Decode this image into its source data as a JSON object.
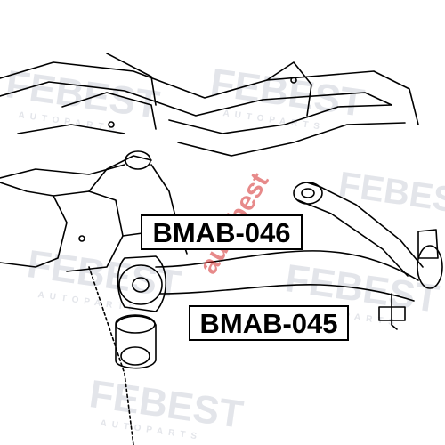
{
  "watermark": {
    "brand": "FEBEST",
    "sub": "AUTOPARTS",
    "accent_text": "autobest",
    "color": "#e3e5ea",
    "accent_color": "#d42a2a"
  },
  "labels": {
    "upper_part": "BMAB-046",
    "lower_part": "BMAB-045"
  },
  "colors": {
    "line": "#000000",
    "background": "#ffffff",
    "box_border": "#000000"
  }
}
